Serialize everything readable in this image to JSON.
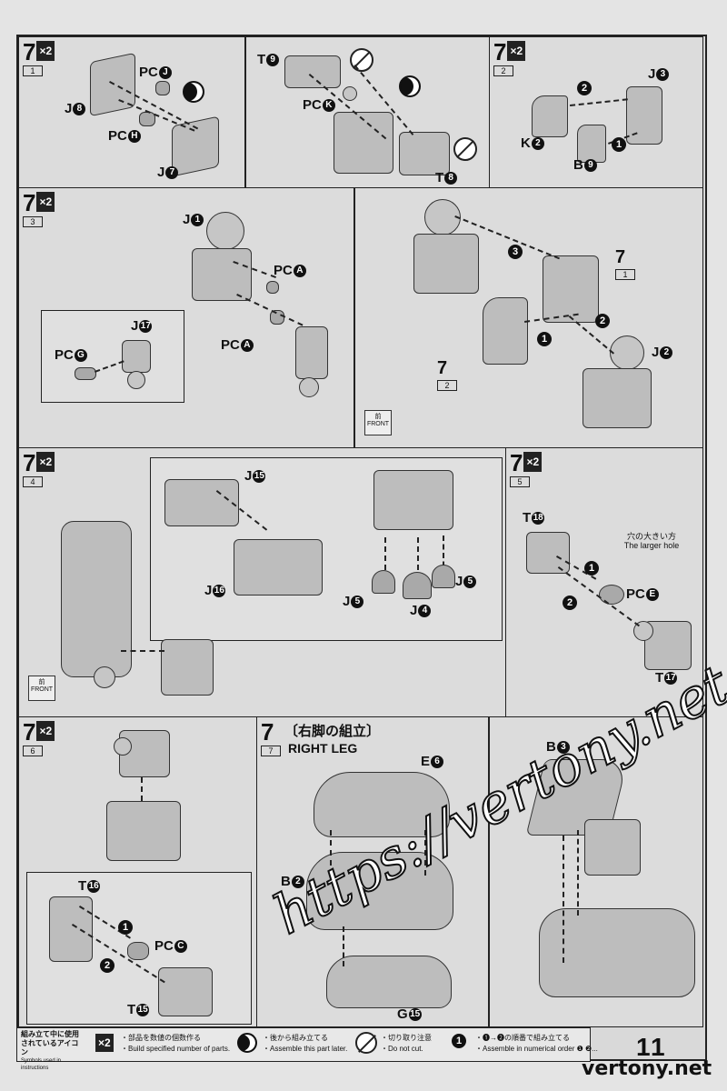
{
  "page_number": "11",
  "steps": {
    "s1": {
      "num": "7",
      "mult": "×2",
      "sub": "1"
    },
    "s2": {
      "num": "7",
      "mult": "×2",
      "sub": "2"
    },
    "s3": {
      "num": "7",
      "mult": "×2",
      "sub": "3"
    },
    "s4": {
      "num": "7",
      "mult": "×2",
      "sub": "4"
    },
    "s5": {
      "num": "7",
      "mult": "×2",
      "sub": "5"
    },
    "s6": {
      "num": "7",
      "mult": "×2",
      "sub": "6"
    },
    "s7": {
      "num": "7",
      "sub": "7",
      "title_jp": "〔右脚の組立〕",
      "title_en": "RIGHT LEG"
    }
  },
  "labels": {
    "p1": {
      "pcj": "PC",
      "pcj_c": "J",
      "j8": "J",
      "j8_c": "8",
      "pch": "PC",
      "pch_c": "H",
      "j7": "J",
      "j7_c": "7",
      "t9": "T",
      "t9_c": "9",
      "pck": "PC",
      "pck_c": "K",
      "t8": "T",
      "t8_c": "8"
    },
    "p2": {
      "j3": "J",
      "j3_c": "3",
      "k2": "K",
      "k2_c": "2",
      "b9": "B",
      "b9_c": "9"
    },
    "p3": {
      "j1": "J",
      "j1_c": "1",
      "pca1": "PC",
      "pca1_c": "A",
      "pca2": "PC",
      "pca2_c": "A",
      "j17": "J",
      "j17_c": "17",
      "pcg": "PC",
      "pcg_c": "G",
      "j2": "J",
      "j2_c": "2",
      "ref1_num": "7",
      "ref1_sub": "1",
      "ref2_num": "7",
      "ref2_sub": "2",
      "front_jp": "前",
      "front_en": "FRONT"
    },
    "p4": {
      "j15": "J",
      "j15_c": "15",
      "j16": "J",
      "j16_c": "16",
      "j5a": "J",
      "j5a_c": "5",
      "j4": "J",
      "j4_c": "4",
      "j5b": "J",
      "j5b_c": "5",
      "front_jp": "前",
      "front_en": "FRONT"
    },
    "p5": {
      "t18": "T",
      "t18_c": "18",
      "hole_jp": "穴の大きい方",
      "hole_en": "The larger hole",
      "pce": "PC",
      "pce_c": "E",
      "t17": "T",
      "t17_c": "17"
    },
    "p6": {
      "t16": "T",
      "t16_c": "16",
      "pcc": "PC",
      "pcc_c": "C",
      "t15": "T",
      "t15_c": "15"
    },
    "p7": {
      "e6": "E",
      "e6_c": "6",
      "b2": "B",
      "b2_c": "2",
      "g15": "G",
      "g15_c": "15",
      "b3": "B",
      "b3_c": "3"
    }
  },
  "order_marks": [
    "1",
    "2",
    "3"
  ],
  "footer": {
    "legend_jp": "組み立て中に使用されているアイコン",
    "legend_en": "Symbols used in instructions",
    "i1_jp": "・部品を数値の個数作る",
    "i1_en": "・Build specified number of parts.",
    "i2_jp": "・後から組み立てる",
    "i2_en": "・Assemble this part later.",
    "i3_jp": "・切り取り注意",
    "i3_en": "・Do not cut.",
    "i4_jp": "・❶→❷の順番で組み立てる",
    "i4_en": "・Assemble in numerical order ❶ ❷..."
  },
  "watermark": "https://vertony.net/",
  "brand": "vertony.net"
}
